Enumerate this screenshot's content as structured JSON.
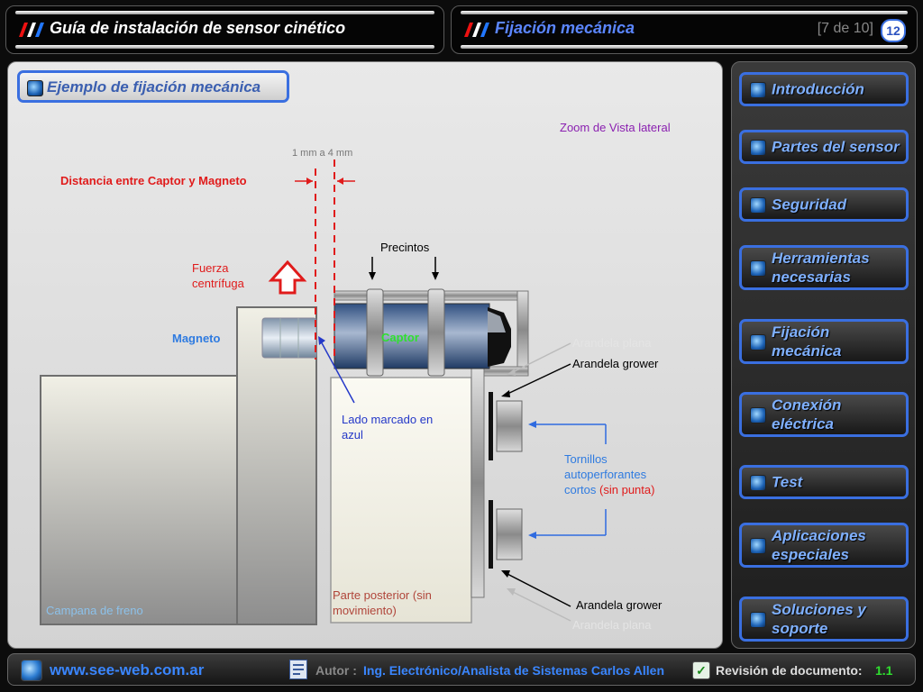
{
  "header": {
    "app_title": "Guía de instalación de sensor cinético",
    "section_title": "Fijación mecánica",
    "page_counter": "[7 de 10]",
    "page_badge": "12"
  },
  "main": {
    "heading": "Ejemplo de fijación mecánica",
    "zoom_label": "Zoom de Vista lateral",
    "gap_label": "1 mm a 4 mm",
    "distance_label": "Distancia entre Captor y Magneto",
    "force_label": "Fuerza centrífuga",
    "magnet_label": "Magneto",
    "captor_label": "Captor",
    "seals_label": "Precintos",
    "flat_washer_top": "Arandela plana",
    "grower_washer_top": "Arandela grower",
    "marked_side": "Lado marcado en azul",
    "screws_label": "Tornillos autoperforantes cortos",
    "screws_note": "(sin punta)",
    "rear_part": "Parte posterior (sin movimiento)",
    "brake_drum": "Campana de freno",
    "grower_washer_bottom": "Arandela grower",
    "flat_washer_bottom": "Arandela plana"
  },
  "nav": {
    "items": [
      {
        "label": "Introducción"
      },
      {
        "label": "Partes del sensor"
      },
      {
        "label": "Seguridad"
      },
      {
        "label": "Herramientas necesarias"
      },
      {
        "label": "Fijación mecánica"
      },
      {
        "label": "Conexión eléctrica"
      },
      {
        "label": "Test"
      },
      {
        "label": "Aplicaciones especiales"
      },
      {
        "label": "Soluciones y soporte"
      }
    ]
  },
  "footer": {
    "website": "www.see-web.com.ar",
    "author_label": "Autor :",
    "author_name": "Ing. Electrónico/Analista de Sistemas Carlos Allen",
    "revision_label": "Revisión de documento:",
    "revision_value": "1.1"
  },
  "icons": {
    "flag": "flag-icon",
    "nav_bullet": "square-bullet-icon",
    "globe": "globe-icon",
    "document": "document-icon",
    "check": "checkmark-icon"
  },
  "colors": {
    "accent_blue": "#3a6fe0",
    "title_blue": "#3b5fb0",
    "red": "#e01b1b",
    "purple": "#8a1fb0",
    "green": "#2fe02f"
  }
}
